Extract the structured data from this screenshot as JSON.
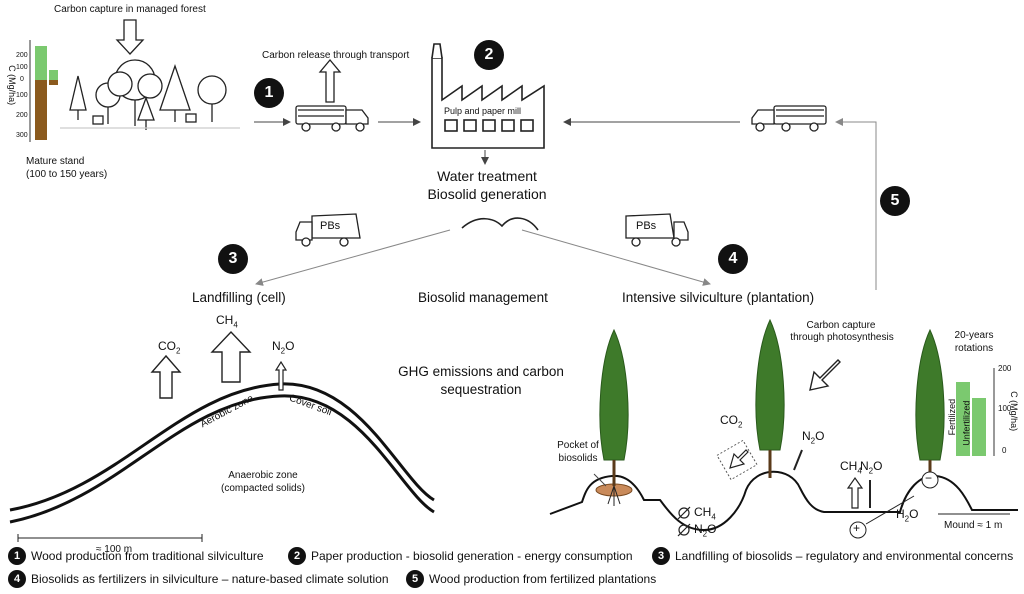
{
  "top": {
    "forest_caption": "Carbon capture in managed forest",
    "transport_caption": "Carbon release through transport",
    "mature_stand_line1": "Mature stand",
    "mature_stand_line2": "(100 to 150 years)",
    "c_axis_label": "C (Mg/ha)",
    "c_ticks": [
      "200",
      "100",
      "0",
      "100",
      "200",
      "300"
    ],
    "mill_label": "Pulp and paper mill",
    "water_treatment": "Water treatment",
    "biosolid_generation": "Biosolid generation"
  },
  "middle": {
    "truck_label_left": "PBs",
    "truck_label_right": "PBs",
    "landfilling": "Landfilling (cell)",
    "biosolid_management": "Biosolid management",
    "intensive_silviculture": "Intensive silviculture (plantation)"
  },
  "landfill": {
    "co2": "CO",
    "co2_sub": "2",
    "ch4": "CH",
    "ch4_sub": "4",
    "n2o_pre": "N",
    "n2o_sub": "2",
    "n2o_post": "O",
    "aerobic_zone": "Aerobic zone",
    "cover_soil": "Cover soil",
    "anaerobic_line1": "Anaerobic zone",
    "anaerobic_line2": "(compacted solids)",
    "scale": "≈ 100 m"
  },
  "ghg": {
    "line1": "GHG emissions and carbon",
    "line2": "sequestration"
  },
  "plantation": {
    "photosynthesis_line1": "Carbon capture",
    "photosynthesis_line2": "through photosynthesis",
    "rotations_line1": "20-years",
    "rotations_line2": "rotations",
    "c_axis_label": "C (Mg/ha)",
    "c_ticks": [
      "200",
      "100",
      "0"
    ],
    "fertilized": "Fertilized",
    "unfertilized": "Unfertilized",
    "pocket_line1": "Pocket of",
    "pocket_line2": "biosolids",
    "co2": "CO",
    "co2_sub": "2",
    "n2o_pre": "N",
    "n2o_sub": "2",
    "n2o_post": "O",
    "ch4": "CH",
    "ch4_sub": "4",
    "h2o_pre": "H",
    "h2o_sub": "2",
    "h2o_post": "O",
    "mound": "Mound ≈ 1 m",
    "plus": "+",
    "minus": "−"
  },
  "badges": [
    "1",
    "2",
    "3",
    "4",
    "5"
  ],
  "legend": [
    {
      "num": "1",
      "text": "Wood production from traditional silviculture"
    },
    {
      "num": "2",
      "text": "Paper production - biosolid generation - energy consumption"
    },
    {
      "num": "3",
      "text": "Landfilling of biosolids – regulatory and environmental concerns"
    },
    {
      "num": "4",
      "text": "Biosolids as fertilizers in silviculture – nature-based climate solution"
    },
    {
      "num": "5",
      "text": "Wood production from fertilized plantations"
    }
  ],
  "colors": {
    "soil_brown": "#8B5A1E",
    "green": "#7BC96F",
    "tree_green": "#3E7A2A",
    "pocket": "#C98A5A"
  }
}
